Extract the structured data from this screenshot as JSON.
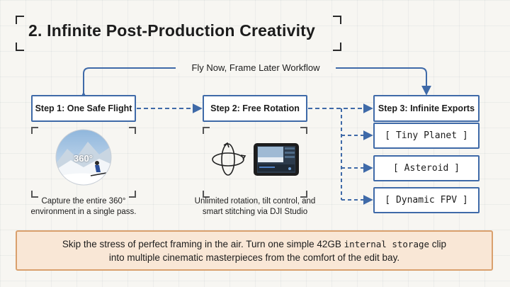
{
  "title": "2. Infinite Post-Production Creativity",
  "workflow_label": "Fly Now, Frame Later Workflow",
  "steps": [
    {
      "label": "Step 1: One Safe Flight"
    },
    {
      "label": "Step 2: Free Rotation"
    },
    {
      "label": "Step 3: Infinite Exports"
    }
  ],
  "step1": {
    "image_badge": "360°",
    "caption": "Capture the entire 360° environment in a single pass."
  },
  "step2": {
    "caption": "Unlimited rotation, tilt control, and smart stitching via DJI Studio"
  },
  "exports": [
    "[ Tiny Planet ]",
    "[ Asteroid ]",
    "[ Dynamic FPV ]"
  ],
  "bottom": {
    "line1_pre": "Skip the stress of perfect framing in the air. Turn one simple 42GB ",
    "line1_mono": "internal storage",
    "line1_post": " clip",
    "line2": "into multiple cinematic masterpieces from the comfort of the edit bay."
  },
  "colors": {
    "accent": "#3f6aa8",
    "callout_bg": "#f9e7d6",
    "callout_border": "#d9a06d"
  }
}
